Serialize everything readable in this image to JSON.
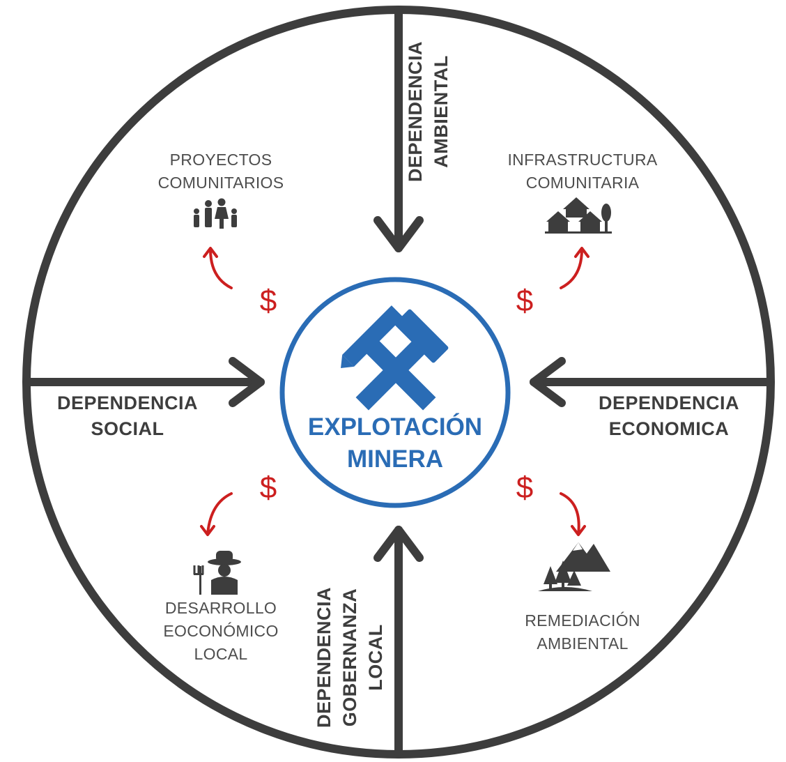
{
  "center": {
    "line1": "EXPLOTACIÓN",
    "line2": "MINERA",
    "icon": "hammers-crossed-icon",
    "color": "#2a6cb5"
  },
  "dependencies": {
    "ambiental": {
      "line1": "DEPENDENCIA",
      "line2": "AMBIENTAL"
    },
    "social": {
      "line1": "DEPENDENCIA",
      "line2": "SOCIAL"
    },
    "economica": {
      "line1": "DEPENDENCIA",
      "line2": "ECONOMICA"
    },
    "gobernanza": {
      "line1": "DEPENDENCIA",
      "line2": "GOBERNANZA",
      "line3": "LOCAL"
    }
  },
  "categories": {
    "proyectos": {
      "line1": "PROYECTOS",
      "line2": "COMUNITARIOS",
      "icon": "family-icon"
    },
    "infraestructura": {
      "line1": "INFRASTRUCTURA",
      "line2": "COMUNITARIA",
      "icon": "houses-icon"
    },
    "desarrollo": {
      "line1": "DESARROLLO",
      "line2": "EOCONÓMICO",
      "line3": "LOCAL",
      "icon": "farmer-icon"
    },
    "remediacion": {
      "line1": "REMEDIACIÓN",
      "line2": "AMBIENTAL",
      "icon": "mountains-trees-icon"
    }
  },
  "money_symbol": "$",
  "colors": {
    "ring": "#3d3d3d",
    "money": "#cc1f1f",
    "center": "#2a6cb5"
  }
}
